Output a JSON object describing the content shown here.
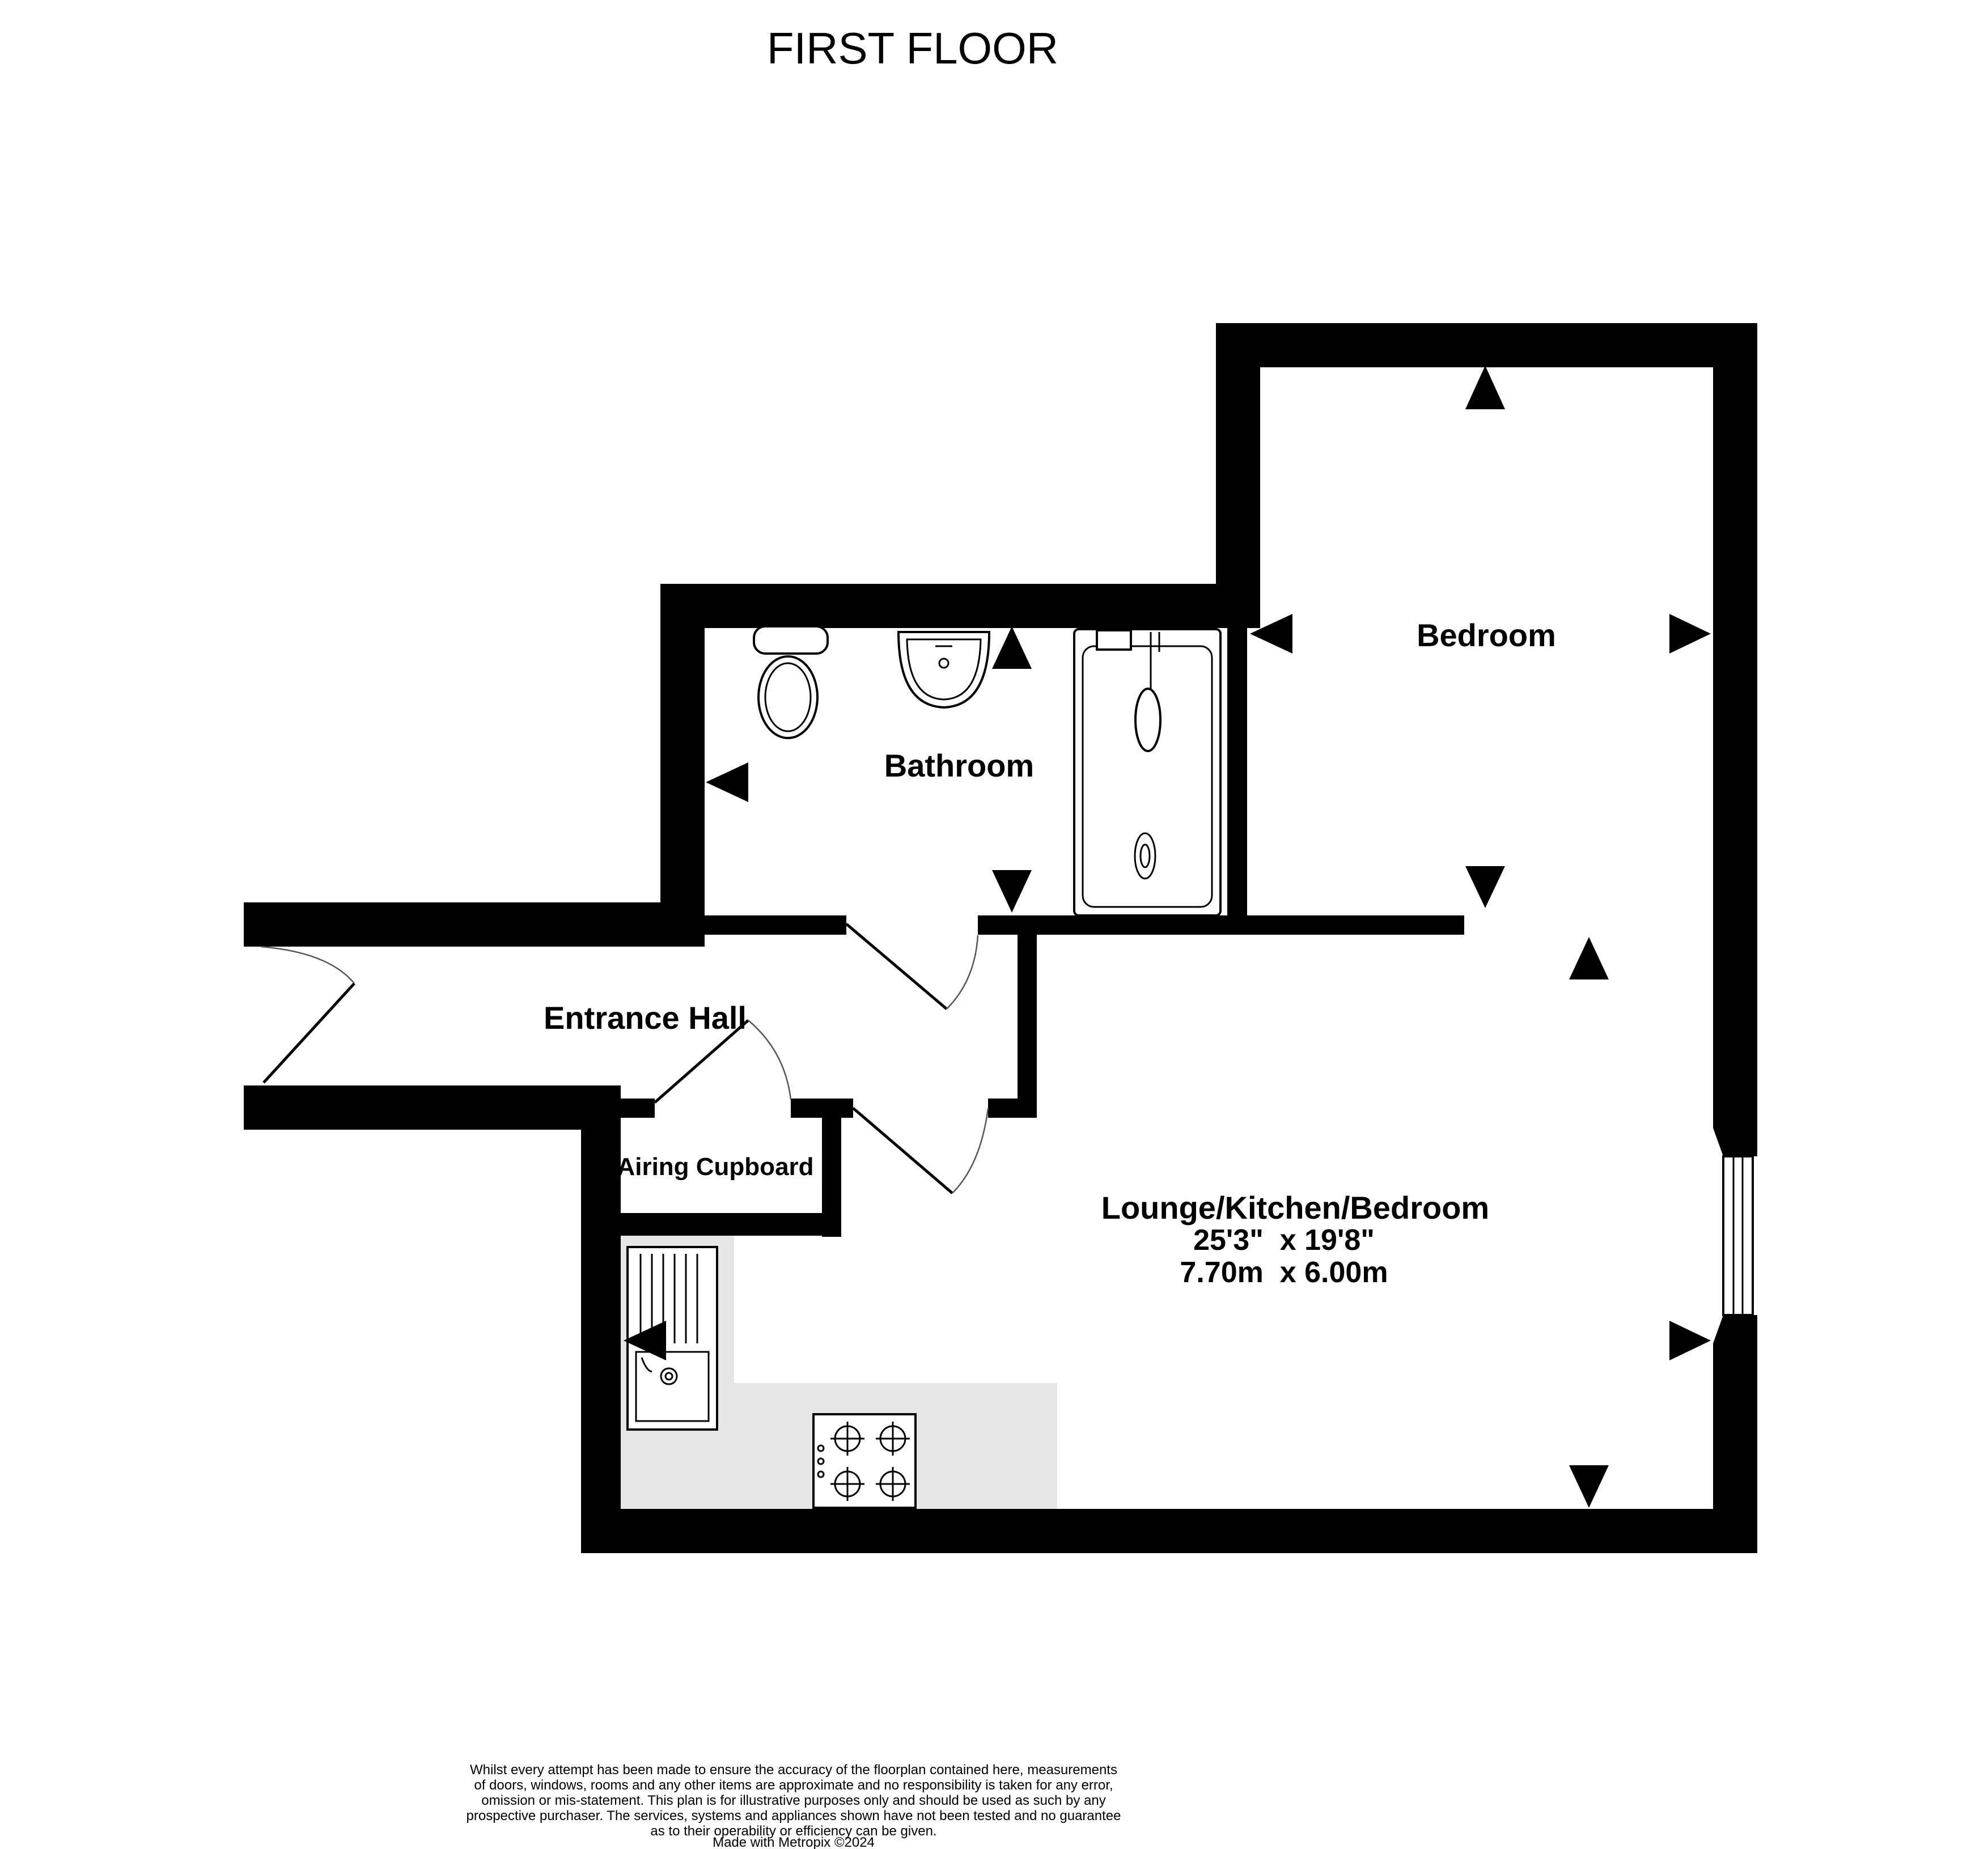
{
  "title": "FIRST FLOOR",
  "rooms": {
    "bedroom": {
      "name": "Bedroom"
    },
    "bathroom": {
      "name": "Bathroom"
    },
    "entrance_hall": {
      "name": "Entrance Hall"
    },
    "airing_cupboard": {
      "name": "Airing Cupboard"
    },
    "lounge": {
      "name": "Lounge/Kitchen/Bedroom",
      "dim_imperial": "25'3\"  x 19'8\"",
      "dim_metric": "7.70m  x 6.00m"
    }
  },
  "disclaimer": [
    "Whilst every attempt has been made to ensure the accuracy of the floorplan contained here, measurements",
    "of doors, windows, rooms and any other items are approximate and no responsibility is taken for any error,",
    "omission or mis-statement. This plan is for illustrative purposes only and should be used as such by any",
    "prospective purchaser. The services, systems and appliances shown have not been tested and no guarantee",
    "as to their operability or efficiency can be given.",
    "Made with Metropix ©2024"
  ],
  "colors": {
    "wall": "#000000",
    "counter": "#e6e6e6",
    "background": "#ffffff"
  }
}
